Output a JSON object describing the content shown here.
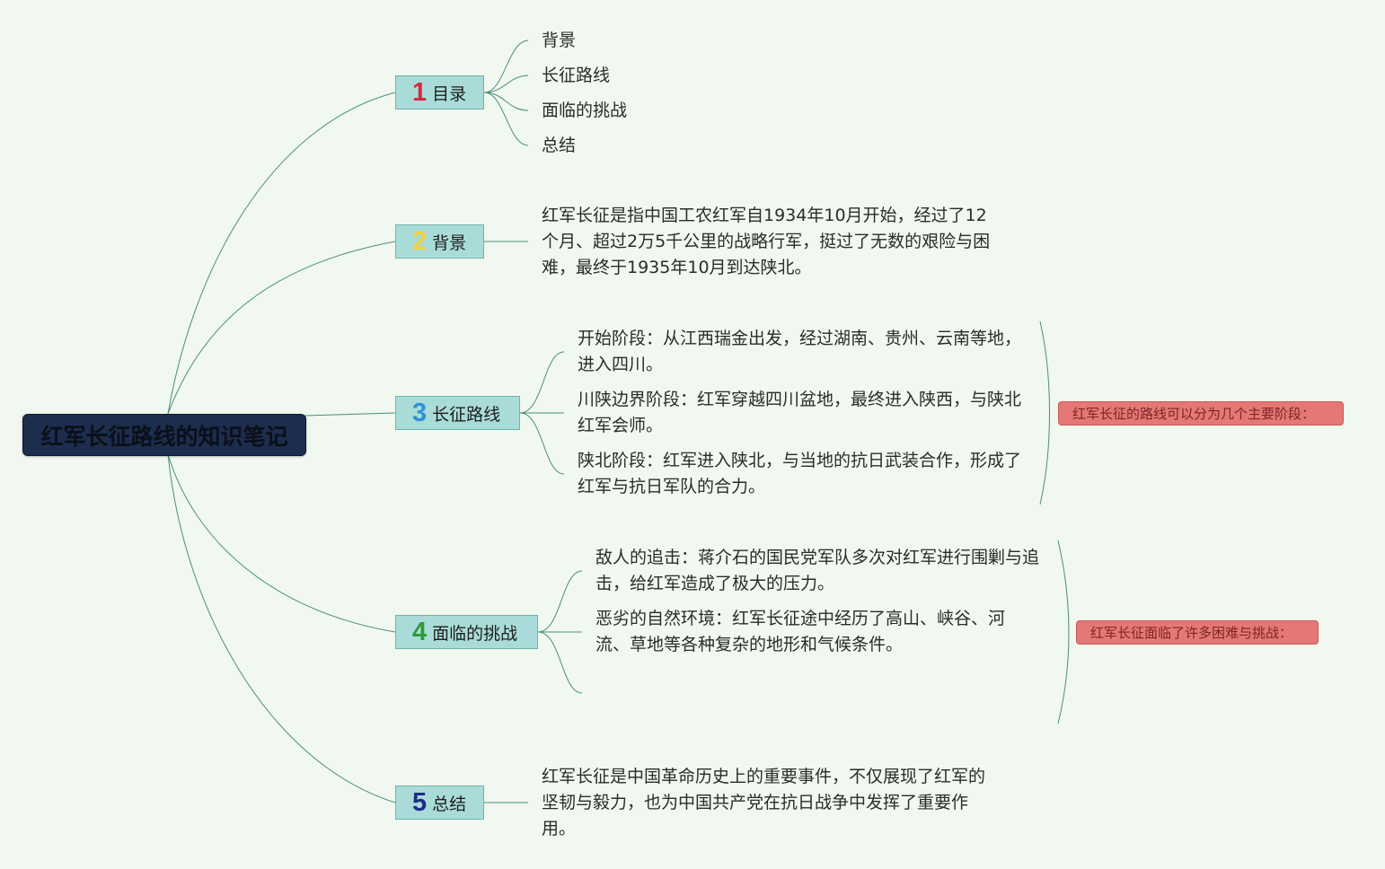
{
  "root": {
    "title": "红军长征路线的知识笔记"
  },
  "colors": {
    "background": "#f1f8ef",
    "root_fill": "#1c2d4e",
    "topic_fill": "#a9dcd9",
    "link_line": "#4a8f7c",
    "note_fill": "#e57876",
    "number_1": "#d42a3a",
    "number_2": "#f2d03b",
    "number_3": "#2f8fd6",
    "number_4": "#2e9b36",
    "number_5": "#1d2f86"
  },
  "topics": [
    {
      "number": "1",
      "label": "目录",
      "items": [
        "背景",
        "长征路线",
        "面临的挑战",
        "总结"
      ]
    },
    {
      "number": "2",
      "label": "背景",
      "text": "红军长征是指中国工农红军自1934年10月开始，经过了12个月、超过2万5千公里的战略行军，挺过了无数的艰险与困难，最终于1935年10月到达陕北。"
    },
    {
      "number": "3",
      "label": "长征路线",
      "items": [
        "开始阶段：从江西瑞金出发，经过湖南、贵州、云南等地，进入四川。",
        "川陕边界阶段：红军穿越四川盆地，最终进入陕西，与陕北红军会师。",
        "陕北阶段：红军进入陕北，与当地的抗日武装合作，形成了红军与抗日军队的合力。"
      ],
      "note": "红军长征的路线可以分为几个主要阶段："
    },
    {
      "number": "4",
      "label": "面临的挑战",
      "items": [
        "敌人的追击：蒋介石的国民党军队多次对红军进行围剿与追击，给红军造成了极大的压力。",
        "恶劣的自然环境：红军长征途中经历了高山、峡谷、河流、草地等各种复杂的地形和气候条件。"
      ],
      "note": "红军长征面临了许多困难与挑战："
    },
    {
      "number": "5",
      "label": "总结",
      "text": "红军长征是中国革命历史上的重要事件，不仅展现了红军的坚韧与毅力，也为中国共产党在抗日战争中发挥了重要作用。"
    }
  ]
}
